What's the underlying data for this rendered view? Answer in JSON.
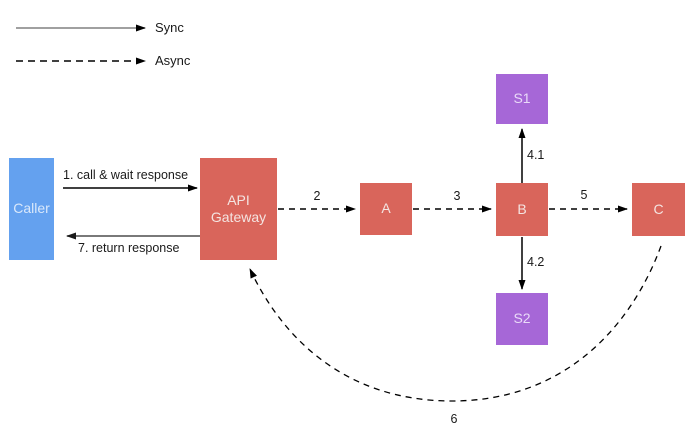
{
  "diagram": {
    "legend": {
      "sync_label": "Sync",
      "async_label": "Async"
    },
    "nodes": {
      "caller": {
        "label": "Caller",
        "fill": "#64A1EF"
      },
      "gateway": {
        "label": "API Gateway",
        "fill": "#D9655B"
      },
      "a": {
        "label": "A",
        "fill": "#D9655B"
      },
      "b": {
        "label": "B",
        "fill": "#D9655B"
      },
      "c": {
        "label": "C",
        "fill": "#D9655B"
      },
      "s1": {
        "label": "S1",
        "fill": "#A667D7"
      },
      "s2": {
        "label": "S2",
        "fill": "#A667D7"
      }
    },
    "edge_labels": {
      "step1": "1. call & wait response",
      "step2": "2",
      "step3": "3",
      "step41": "4.1",
      "step42": "4.2",
      "step5": "5",
      "step6": "6",
      "step7": "7. return response"
    },
    "edge_styles": {
      "sync_color": "#808080",
      "async_color": "#000000",
      "arrowhead_color": "#000000"
    }
  }
}
